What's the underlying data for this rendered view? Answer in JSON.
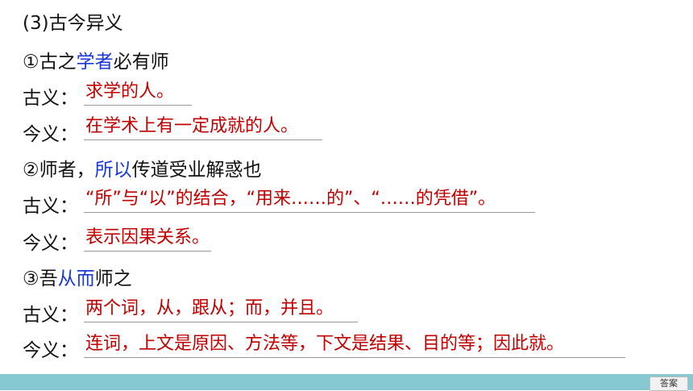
{
  "title": "(3)古今异义",
  "labels": {
    "ancient": "古义：",
    "modern": "今义："
  },
  "items": [
    {
      "sentence": {
        "pre": "①古之",
        "highlight": "学者",
        "post": "必有师"
      },
      "ancient": "求学的人。",
      "modern": "在学术上有一定成就的人。"
    },
    {
      "sentence": {
        "pre": "②师者，",
        "highlight": "所以",
        "post": "传道受业解惑也"
      },
      "ancient": "“所”与“以”的结合，“用来……的”、“……的凭借”。",
      "modern": "表示因果关系。"
    },
    {
      "sentence": {
        "pre": "③吾",
        "highlight": "从而",
        "post": "师之"
      },
      "ancient": "两个词，从，跟从；而，并且。",
      "modern": "连词，上文是原因、方法等，下文是结果、目的等；因此就。"
    }
  ],
  "answer_button": "答案",
  "colors": {
    "highlight": "#1a37d8",
    "answer": "#c00000",
    "bar": "#86c9d3"
  }
}
